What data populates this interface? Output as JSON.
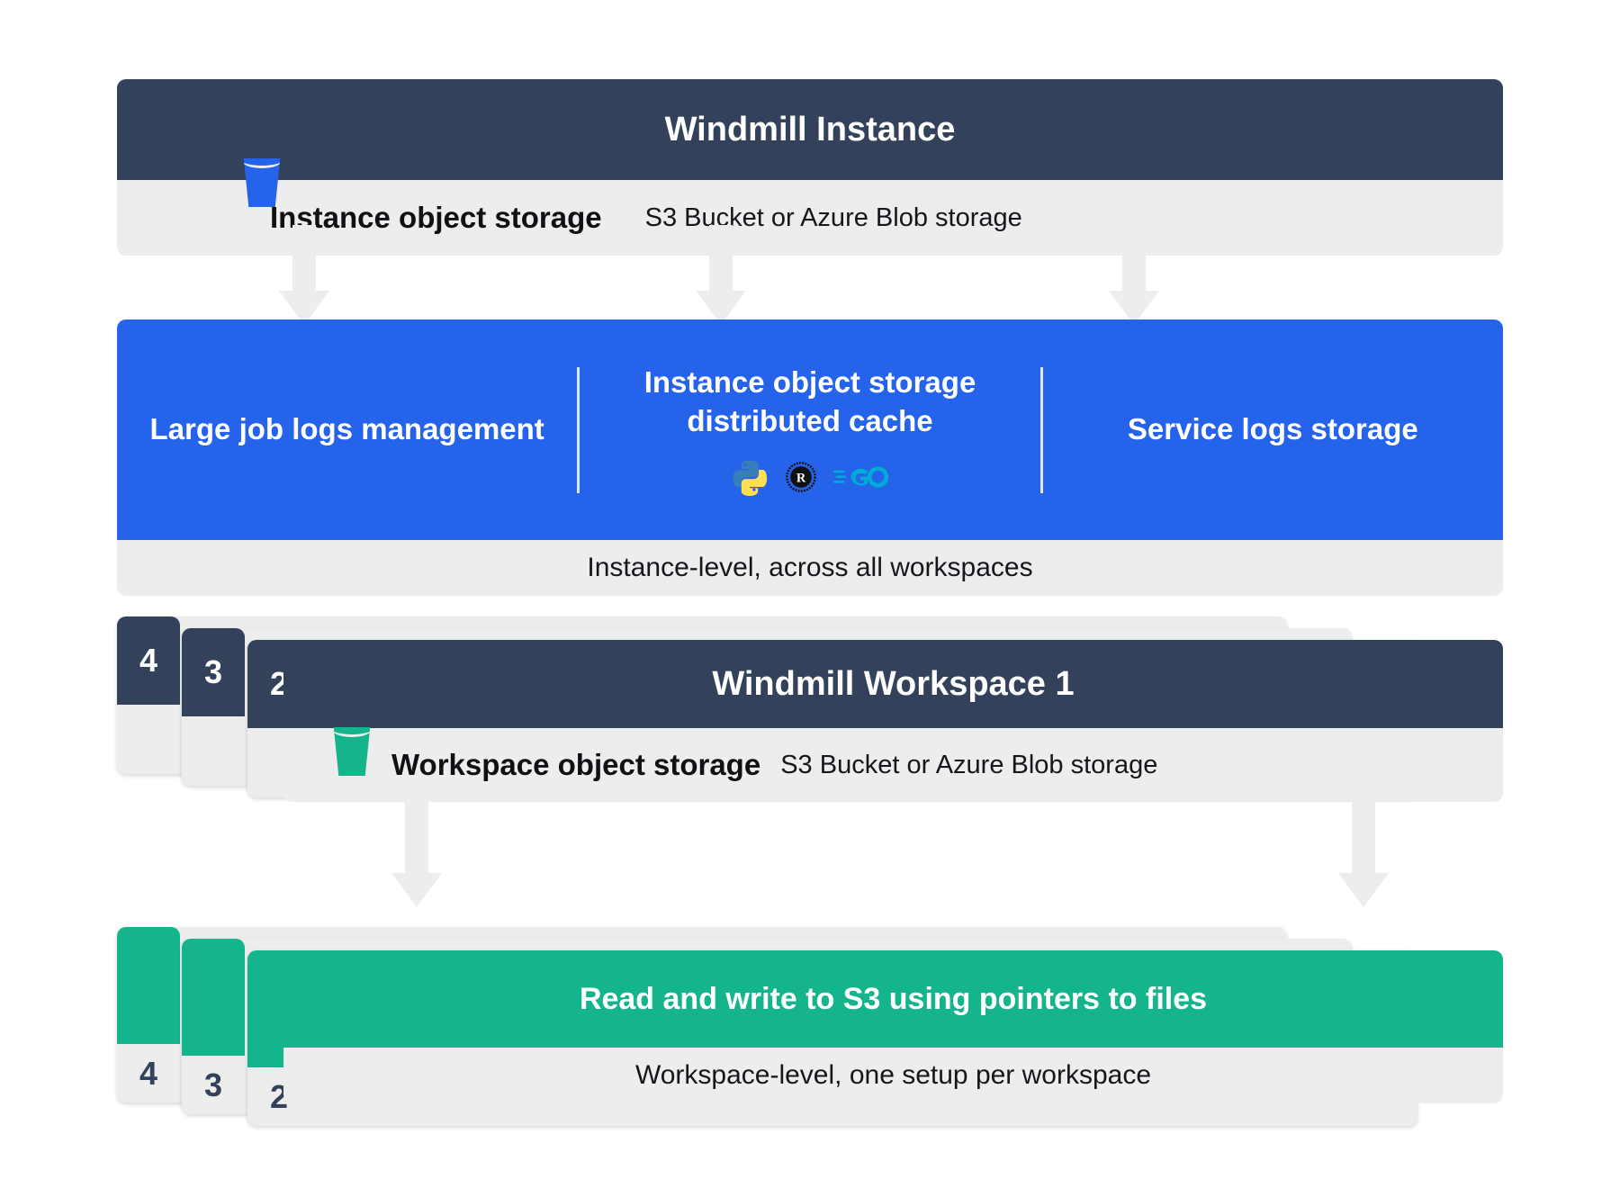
{
  "colors": {
    "navy": "#33425a",
    "blue": "#2563eb",
    "green": "#14b48c",
    "grey": "#ededed",
    "white": "#ffffff"
  },
  "instance": {
    "title": "Windmill Instance",
    "storage_icon": "s3-bucket-icon",
    "storage_label": "Instance object storage",
    "storage_sub": "S3 Bucket or Azure Blob storage",
    "columns": [
      {
        "label": "Large job logs management",
        "langs": []
      },
      {
        "label": "Instance object storage distributed cache",
        "langs": [
          "python-icon",
          "rust-icon",
          "go-icon"
        ]
      },
      {
        "label": "Service logs storage",
        "langs": []
      }
    ],
    "footer": "Instance-level, across all workspaces"
  },
  "workspace": {
    "stack_tabs": [
      "4",
      "3",
      "2"
    ],
    "title": "Windmill Workspace 1",
    "storage_icon": "s3-bucket-icon",
    "storage_label": "Workspace object storage",
    "storage_sub": "S3 Bucket or Azure Blob storage"
  },
  "workspace_action": {
    "stack_tabs": [
      "4",
      "3",
      "2"
    ],
    "title": "Read and write to S3 using pointers to files",
    "footer": "Workspace-level, one setup per workspace"
  }
}
